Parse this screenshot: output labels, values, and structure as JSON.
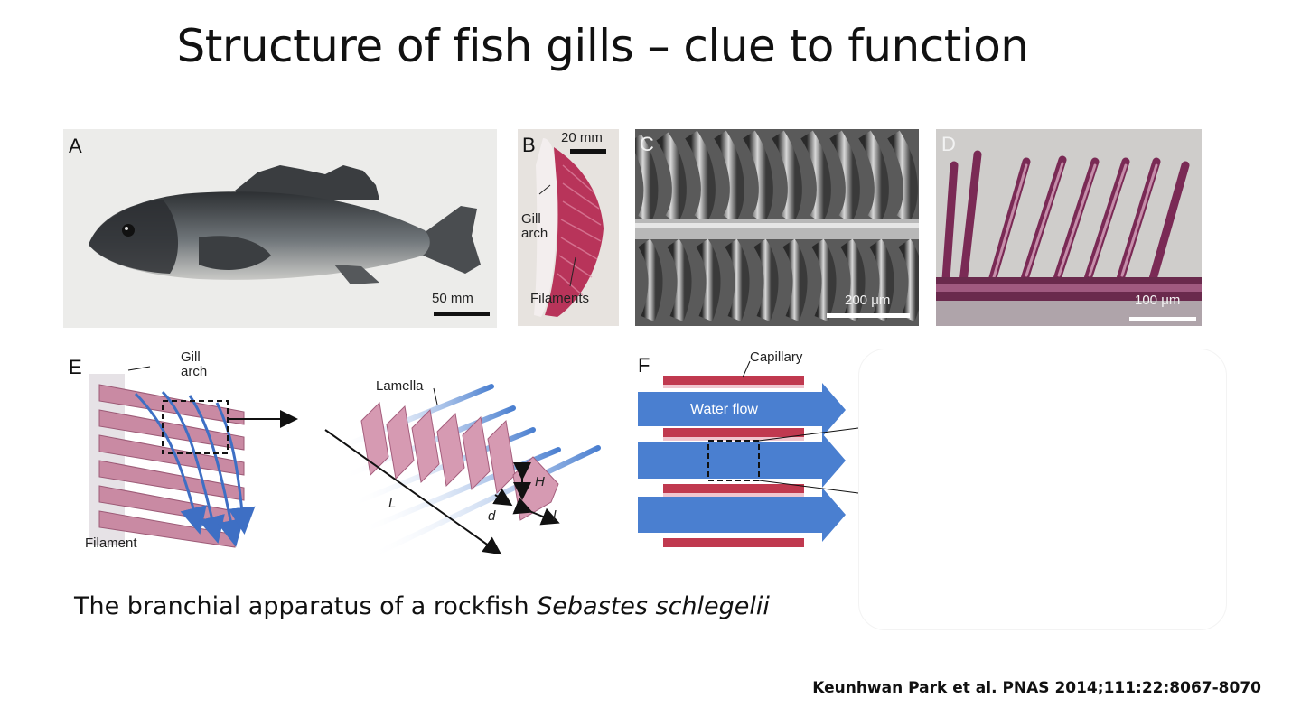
{
  "slide": {
    "title": "Structure of fish gills – clue to function",
    "caption_prefix": "The branchial apparatus of a rockfish ",
    "caption_species": "Sebastes schlegelii",
    "citation": "Keunhwan Park et al. PNAS 2014;111:22:8067-8070"
  },
  "panels": {
    "a": {
      "label": "A",
      "scale": "50 mm"
    },
    "b": {
      "label": "B",
      "scale": "20 mm",
      "gill_arch": "Gill\narch",
      "filaments": "Filaments"
    },
    "c": {
      "label": "C",
      "scale": "200 μm"
    },
    "d": {
      "label": "D",
      "scale": "100 μm"
    },
    "e": {
      "label": "E",
      "gill_arch": "Gill\narch",
      "lamella": "Lamella",
      "filament": "Filament",
      "sym_L": "L",
      "sym_H": "H",
      "sym_d": "d",
      "sym_l": "l"
    },
    "f": {
      "label": "F",
      "capillary": "Capillary",
      "water_flow": "Water flow"
    }
  },
  "colors": {
    "gill_pink": "#c98aa3",
    "tissue_red": "#a8284a",
    "water_blue": "#4a7fd0",
    "capillary_red": "#c0394f"
  }
}
